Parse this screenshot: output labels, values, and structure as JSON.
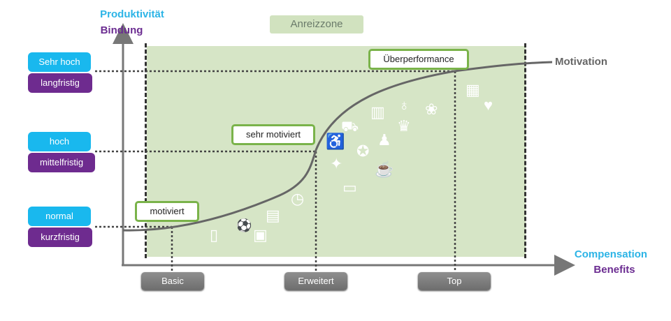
{
  "y_axis": {
    "label_1": "Produktivität",
    "label_2": "Bindung"
  },
  "x_axis": {
    "label_1": "Compensation",
    "label_2": "Benefits"
  },
  "zone_label": "Anreizzone",
  "curve_label": "Motivation",
  "levels": [
    {
      "productivity": "Sehr hoch",
      "retention": "langfristig"
    },
    {
      "productivity": "hoch",
      "retention": "mittelfristig"
    },
    {
      "productivity": "normal",
      "retention": "kurzfristig"
    }
  ],
  "states": {
    "low": "motiviert",
    "mid": "sehr motiviert",
    "high": "Überperformance"
  },
  "tiers": {
    "basic": "Basic",
    "extended": "Erweitert",
    "top": "Top"
  },
  "colors": {
    "cyan": "#19b8ee",
    "purple": "#6e2b8f",
    "zone": "#d6e5c6",
    "box_border": "#7ab34a"
  },
  "icons": [
    "smartphone-icon",
    "sports-icon",
    "train-icon",
    "suitcase-icon",
    "stopwatch-icon",
    "laptop-icon",
    "handshake-icon",
    "accessibility-icon",
    "medal-icon",
    "car-icon",
    "family-icon",
    "food-icon",
    "chart-icon",
    "champagne-icon",
    "crown-icon",
    "fruit-basket-icon",
    "money-icon",
    "health-icon"
  ]
}
